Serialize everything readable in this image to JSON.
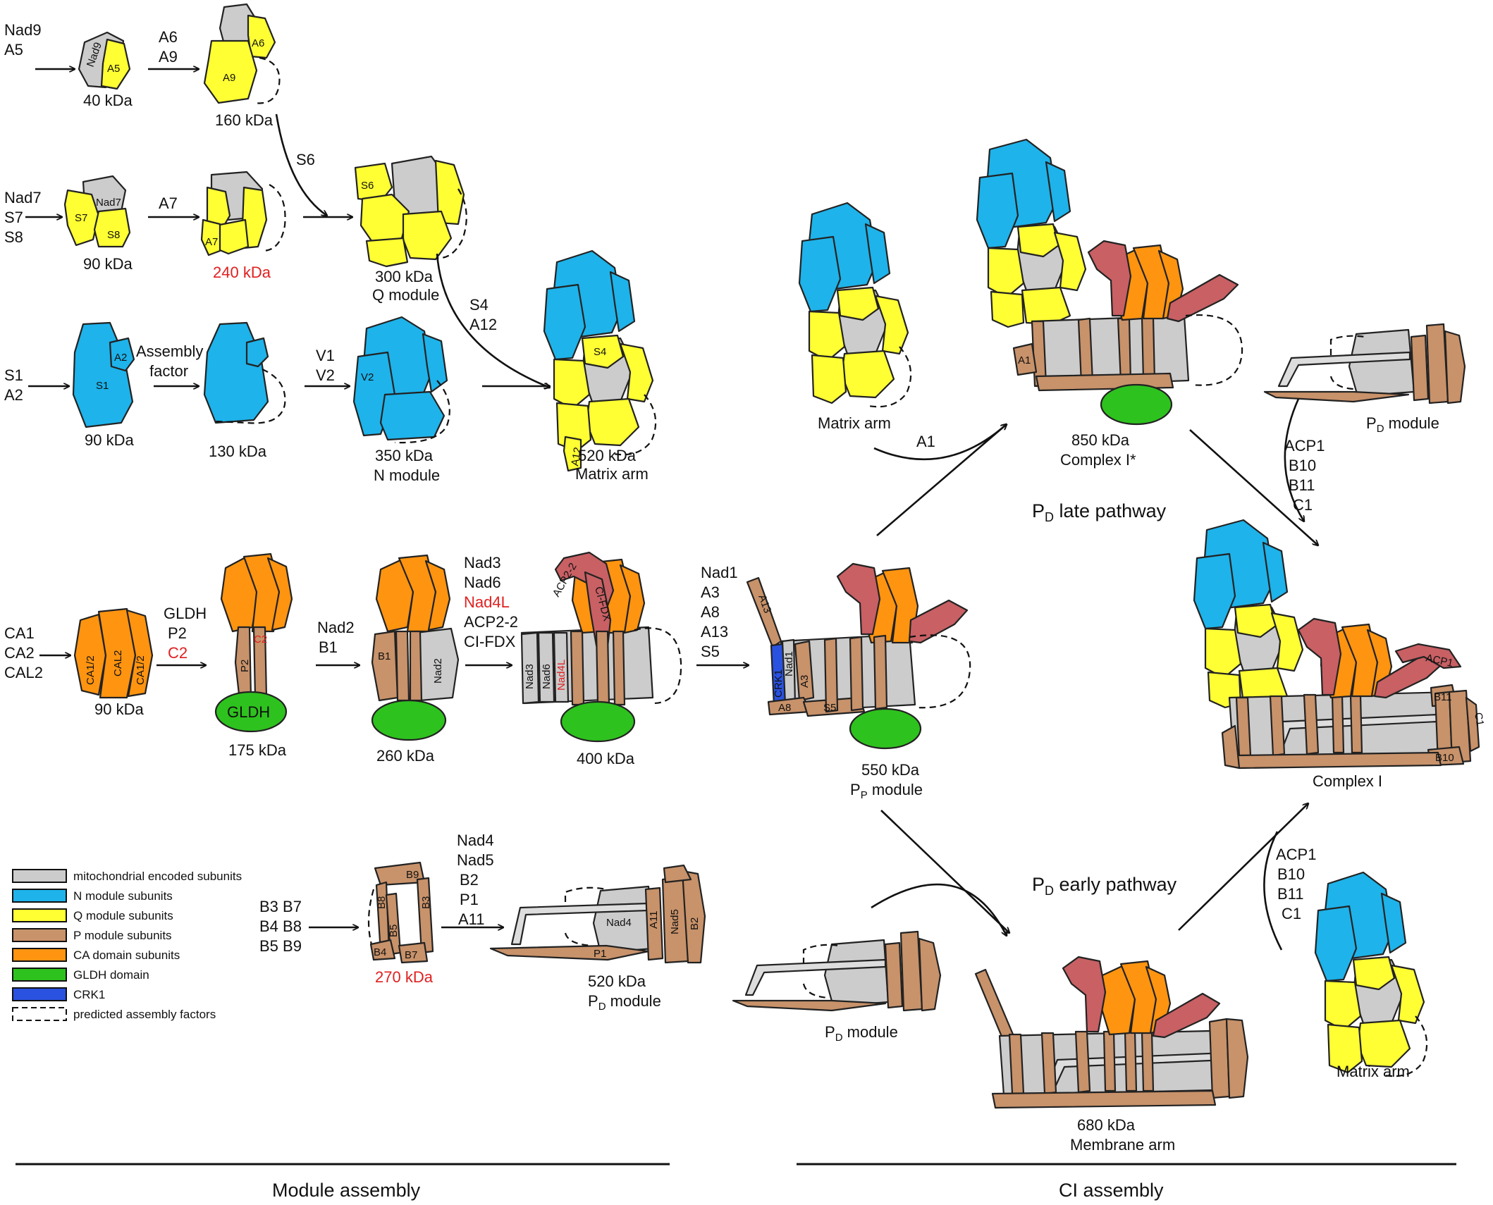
{
  "colors": {
    "mito": "#cccccc",
    "n_module": "#1eb3ea",
    "q_module": "#ffff33",
    "p_module": "#c8926a",
    "ca_domain": "#ff9410",
    "gldh": "#2ec21e",
    "crk1": "#2a52e0",
    "acp_fdx": "#c86064",
    "accent_red": "#e02020"
  },
  "q_path": {
    "inputs_nad9_a5": [
      "Nad9",
      "A5"
    ],
    "step_40": "40 kDa",
    "add_a6_a9": [
      "A6",
      "A9"
    ],
    "step_160": "160 kDa",
    "inputs_nad7": [
      "Nad7",
      "S7",
      "S8"
    ],
    "step_90q": "90 kDa",
    "add_a7": "A7",
    "step_240": "240 kDa",
    "add_s6": "S6",
    "step_300": "300 kDa",
    "q_module": "Q module"
  },
  "n_path": {
    "inputs_s1_a2": [
      "S1",
      "A2"
    ],
    "step_90n": "90 kDa",
    "assembly_factor": [
      "Assembly",
      "factor"
    ],
    "step_130": "130 kDa",
    "add_v": [
      "V1",
      "V2"
    ],
    "step_350": "350 kDa",
    "n_module": "N module",
    "add_s4_a12": [
      "S4",
      "A12"
    ],
    "step_520m": "520 kDa",
    "matrix_arm": "Matrix arm"
  },
  "p_path": {
    "inputs_ca": [
      "CA1",
      "CA2",
      "CAL2"
    ],
    "step_90ca": "90 kDa",
    "add_gldh": [
      "GLDH",
      "P2",
      "C2"
    ],
    "step_175": "175 kDa",
    "add_nad2": [
      "Nad2",
      "B1"
    ],
    "step_260": "260 kDa",
    "add_nad3": [
      "Nad3",
      "Nad6",
      "Nad4L",
      "ACP2-2",
      "CI-FDX"
    ],
    "step_400": "400 kDa",
    "add_nad1": [
      "Nad1",
      "A3",
      "A8",
      "A13",
      "S5"
    ],
    "step_550": "550 kDa",
    "pp_module": [
      "P",
      "P",
      " module"
    ]
  },
  "pd_path": {
    "inputs_b": [
      "B3 B7",
      "B4 B8",
      "B5 B9"
    ],
    "step_270": "270 kDa",
    "add_nad4": [
      "Nad4",
      "Nad5",
      "B2",
      "P1",
      "A11"
    ],
    "step_520d": "520 kDa",
    "pd_module": [
      "P",
      "D",
      " module"
    ]
  },
  "late": {
    "matrix_arm": "Matrix arm",
    "add_a1": "A1",
    "step_850": "850 kDa",
    "complex_star": "Complex I*",
    "pathway": [
      "P",
      "D",
      " late pathway"
    ],
    "pd_module": [
      "P",
      "D",
      " module"
    ],
    "add_acp1": [
      "ACP1",
      "B10",
      "B11",
      "C1"
    ],
    "complex_i": "Complex I"
  },
  "early": {
    "pathway": [
      "P",
      "D",
      " early pathway"
    ],
    "pd_module": [
      "P",
      "D",
      " module"
    ],
    "step_680": "680 kDa",
    "membrane_arm": "Membrane arm",
    "add_acp1": [
      "ACP1",
      "B10",
      "B11",
      "C1"
    ],
    "matrix_arm": "Matrix arm"
  },
  "subunit_labels": {
    "nad9": "Nad9",
    "a5": "A5",
    "a6": "A6",
    "a9": "A9",
    "nad7": "Nad7",
    "s7": "S7",
    "s8": "S8",
    "a7": "A7",
    "s6": "S6",
    "a2": "A2",
    "s1": "S1",
    "v2": "V2",
    "s4": "S4",
    "a12": "A12",
    "ca12a": "CA1/2",
    "cal2": "CAL2",
    "ca12b": "CA1/2",
    "p2": "P2",
    "c2": "C2",
    "gldh": "GLDH",
    "b1": "B1",
    "nad2": "Nad2",
    "nad3": "Nad3",
    "nad6": "Nad6",
    "nad4l": "Nad4L",
    "acp22": "ACP2-2",
    "cifdx": "CI-FDX",
    "a13": "A13",
    "crk1": "CRK1",
    "nad1": "Nad1",
    "a3": "A3",
    "a8": "A8",
    "s5": "S5",
    "b9": "B9",
    "b8": "B8",
    "b3": "B3",
    "b5": "B5",
    "b4": "B4",
    "b7": "B7",
    "nad4": "Nad4",
    "p1": "P1",
    "a11": "A11",
    "nad5": "Nad5",
    "b2": "B2",
    "a1": "A1",
    "acp1": "ACP1",
    "b11": "B11",
    "b10": "B10",
    "c1": "C1"
  },
  "legend": [
    {
      "color": "#cccccc",
      "label": "mitochondrial encoded subunits"
    },
    {
      "color": "#1eb3ea",
      "label": "N module subunits"
    },
    {
      "color": "#ffff33",
      "label": "Q module subunits"
    },
    {
      "color": "#c8926a",
      "label": "P module subunits"
    },
    {
      "color": "#ff9410",
      "label": "CA domain subunits"
    },
    {
      "color": "#2ec21e",
      "label": "GLDH domain"
    },
    {
      "color": "#2a52e0",
      "label": "CRK1"
    },
    {
      "color": "none",
      "label": "predicted assembly factors"
    }
  ],
  "sections": {
    "module_assembly": "Module assembly",
    "ci_assembly": "CI assembly"
  }
}
